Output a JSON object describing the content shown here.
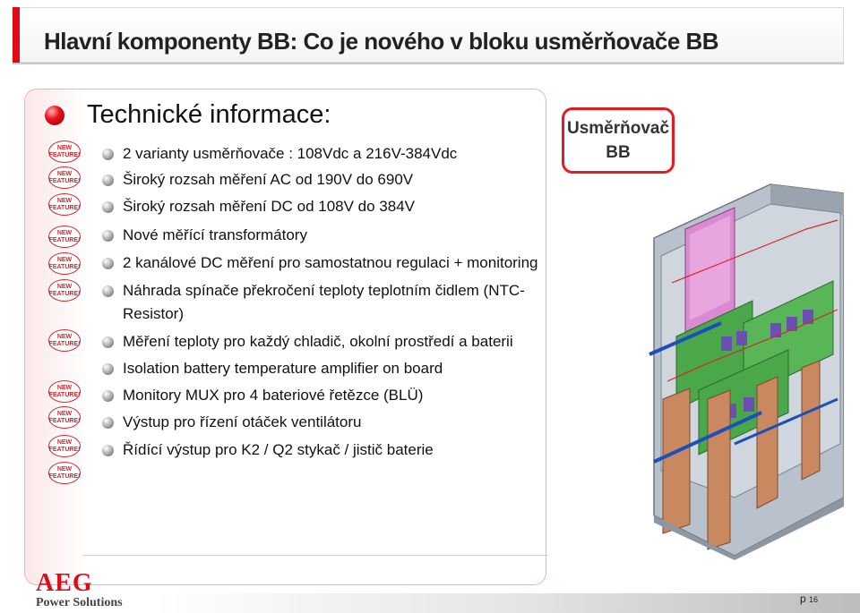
{
  "header": {
    "title": "Hlavní komponenty BB: Co je nového v bloku usměrňovače BB"
  },
  "section": {
    "heading": "Technické informace:"
  },
  "badge_text": [
    "NEW",
    "FEATURE!"
  ],
  "items": [
    {
      "text": "2 varianty usměrňovače : 108Vdc a 216V-384Vdc",
      "new": true
    },
    {
      "text": "Široký rozsah měření AC od 190V do 690V",
      "new": true
    },
    {
      "text": "Široký rozsah měření DC od 108V do 384V",
      "new": true
    },
    {
      "text": "Nové měřící transformátory",
      "new": true
    },
    {
      "text": "2 kanálové DC měření pro samostatnou regulaci + monitoring",
      "new": true
    },
    {
      "text": "Náhrada spínače překročení teploty teplotním čidlem (NTC-Resistor)",
      "new": true
    },
    {
      "text": "Měření teploty pro každý chladič, okolní prostředí a baterii",
      "new": true
    },
    {
      "text": "Isolation battery temperature amplifier on board",
      "new": false
    },
    {
      "text": "Monitory MUX pro 4 bateriové řetězce (BLÜ)",
      "new": true
    },
    {
      "text": "Výstup pro řízení otáček ventilátoru",
      "new": true
    },
    {
      "text": "Řídící výstup pro K2 / Q2 stykač / jistič baterie",
      "new": true
    }
  ],
  "callout": {
    "line1": "Usměrňovač",
    "line2": "BB"
  },
  "footer": {
    "logo": "AEG",
    "company": "Power Solutions",
    "page_prefix": "p",
    "page_number": "16"
  },
  "colors": {
    "accent_red": "#e10a17",
    "badge_red": "#d7262c"
  },
  "icons": {
    "section_bullet": "red-ball-icon",
    "item_bullet": "gray-ball-icon"
  }
}
